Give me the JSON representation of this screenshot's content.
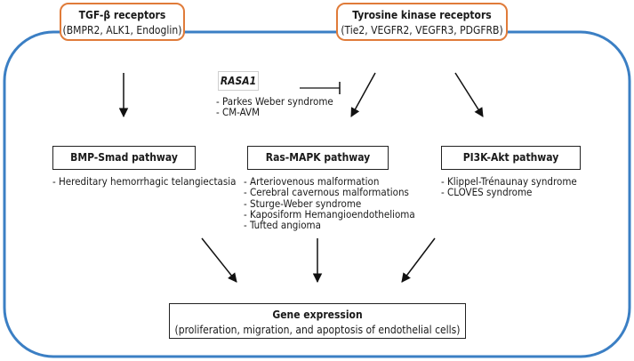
{
  "receptors": {
    "tgf": {
      "title": "TGF-β receptors",
      "subtitle": "(BMPR2, ALK1, Endoglin)"
    },
    "tk": {
      "title": "Tyrosine kinase receptors",
      "subtitle": "(Tie2, VEGFR2, VEGFR3, PDGFRB)"
    }
  },
  "regulator": {
    "label": "RASA1",
    "diseases": [
      "- Parkes Weber syndrome",
      "- CM-AVM"
    ]
  },
  "pathways": {
    "bmp": {
      "label": "BMP-Smad pathway",
      "diseases": [
        "- Hereditary hemorrhagic telangiectasia"
      ]
    },
    "ras": {
      "label": "Ras-MAPK pathway",
      "diseases": [
        "- Arteriovenous malformation",
        "- Cerebral cavernous malformations",
        "- Sturge-Weber syndrome",
        "- Kaposiform Hemangioendothelioma",
        "- Tufted angioma"
      ]
    },
    "pi3k": {
      "label": "PI3K-Akt pathway",
      "diseases": [
        "- Klippel-Trénaunay syndrome",
        "- CLOVES syndrome"
      ]
    }
  },
  "output": {
    "title": "Gene expression",
    "subtitle": "(proliferation, migration, and apoptosis of endothelial cells)"
  },
  "colors": {
    "cell_membrane": "#3b7fc4",
    "receptor_border": "#e07b39",
    "arrow": "#111111"
  }
}
